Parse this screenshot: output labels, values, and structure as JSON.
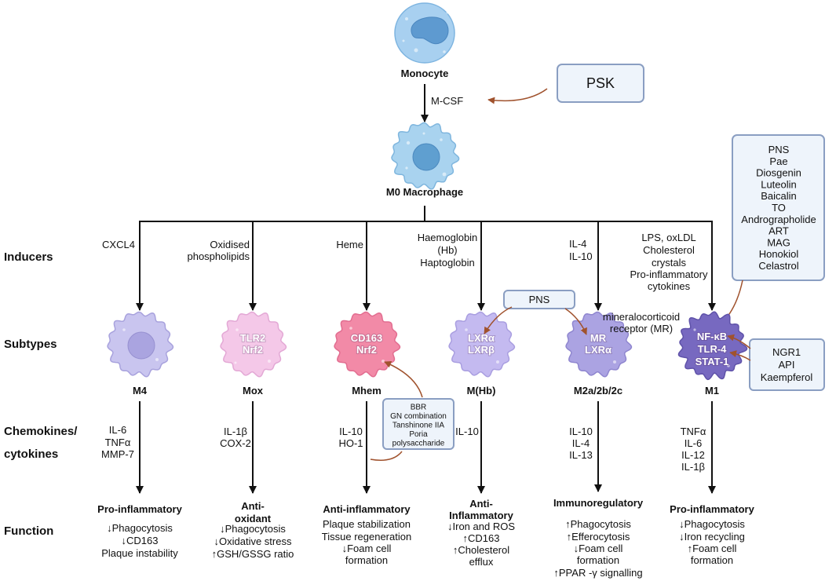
{
  "row_labels": {
    "inducers": "Inducers",
    "subtypes": "Subtypes",
    "chemokines": [
      "Chemokines/",
      "cytokines"
    ],
    "function": "Function"
  },
  "monocyte": "Monocyte",
  "m_csf": "M-CSF",
  "psk": "PSK",
  "m0_macrophage": "M0 Macrophage",
  "m1_compound_box": [
    "PNS",
    "Pae",
    "Diosgenin",
    "Luteolin",
    "Baicalin",
    "TO",
    "Andrographolide",
    "ART",
    "MAG",
    "Honokiol",
    "Celastrol"
  ],
  "pns_box": "PNS",
  "mr_note": [
    "mineralocorticoid",
    "receptor (MR)"
  ],
  "m1_second_box": [
    "NGR1",
    "API",
    "Kaempferol"
  ],
  "mhem_box": [
    "BBR",
    "GN combination",
    "Tanshinone IIA",
    "Poria",
    "polysaccharide"
  ],
  "subtypes": [
    {
      "name": "M4",
      "inducers": [
        "CXCL4"
      ],
      "cytokines": [
        "IL-6",
        "TNFα",
        "MMP-7"
      ],
      "function_title": [
        "Pro-inflammatory"
      ],
      "function_items": [
        "↓Phagocytosis",
        "↓CD163",
        "Plaque instability"
      ],
      "cell_color": "#c9c5ef",
      "accent_color": "#9d95d8"
    },
    {
      "name": "Mox",
      "inducers": [
        "Oxidised",
        "phospholipids"
      ],
      "markers": [
        "TLR2",
        "Nrf2"
      ],
      "cytokines": [
        "IL-1β",
        "COX-2"
      ],
      "function_title": [
        "Anti-",
        "oxidant"
      ],
      "function_items": [
        "↓Phagocytosis",
        "↓Oxidative stress",
        "↑GSH/GSSG ratio"
      ],
      "cell_color": "#f4c8e8",
      "accent_color": "#b970a8"
    },
    {
      "name": "Mhem",
      "inducers": [
        "Heme"
      ],
      "markers": [
        "CD163",
        "Nrf2"
      ],
      "cytokines": [
        "IL-10",
        "HO-1"
      ],
      "function_title": [
        "Anti-inflammatory"
      ],
      "function_items": [
        "Plaque stabilization",
        "Tissue regeneration",
        "↓Foam cell",
        "formation"
      ],
      "cell_color": "#f28aa7",
      "accent_color": "#e26c87"
    },
    {
      "name": "M(Hb)",
      "inducers": [
        "Haemoglobin",
        "(Hb)",
        "Haptoglobin"
      ],
      "markers": [
        "LXRα",
        "LXRβ"
      ],
      "cytokines": [
        "IL-10"
      ],
      "function_title": [
        "Anti-",
        "Inflammatory"
      ],
      "function_items": [
        "↓Iron and ROS",
        "↑CD163",
        "↑Cholesterol",
        "efflux"
      ],
      "cell_color": "#c4baf0",
      "accent_color": "#8472c2"
    },
    {
      "name": "M2a/2b/2c",
      "inducers": [
        "IL-4",
        "IL-10"
      ],
      "markers": [
        "MR",
        "LXRα"
      ],
      "cytokines": [
        "IL-10",
        "IL-4",
        "IL-13"
      ],
      "function_title": [
        "Immunoregulatory"
      ],
      "function_items": [
        "↑Phagocytosis",
        "↑Efferocytosis",
        "↓Foam cell",
        "formation",
        "↑PPAR -γ signalling"
      ],
      "cell_color": "#aba3e2",
      "accent_color": "#7d70bf"
    },
    {
      "name": "M1",
      "inducers": [
        "LPS, oxLDL",
        "Cholesterol",
        "crystals",
        "Pro-inflammatory",
        "cytokines"
      ],
      "markers": [
        "NF-κB",
        "TLR-4",
        "STAT-1"
      ],
      "cytokines": [
        "TNFα",
        "IL-6",
        "IL-12",
        "IL-1β"
      ],
      "function_title": [
        "Pro-inflammatory"
      ],
      "function_items": [
        "↓Phagocytosis",
        "↓Iron recycling",
        "↑Foam cell",
        "formation"
      ],
      "cell_color": "#7769c0",
      "accent_color": "#6552a9"
    }
  ],
  "colors": {
    "pathway_arrow": "#111111",
    "modulator_arrow": "#a0522d",
    "box_fill": "#eef4fb",
    "box_stroke": "#8a9ec2",
    "monocyte": "#a8d0f0",
    "m0_macrophage": "#a9d3ef"
  }
}
